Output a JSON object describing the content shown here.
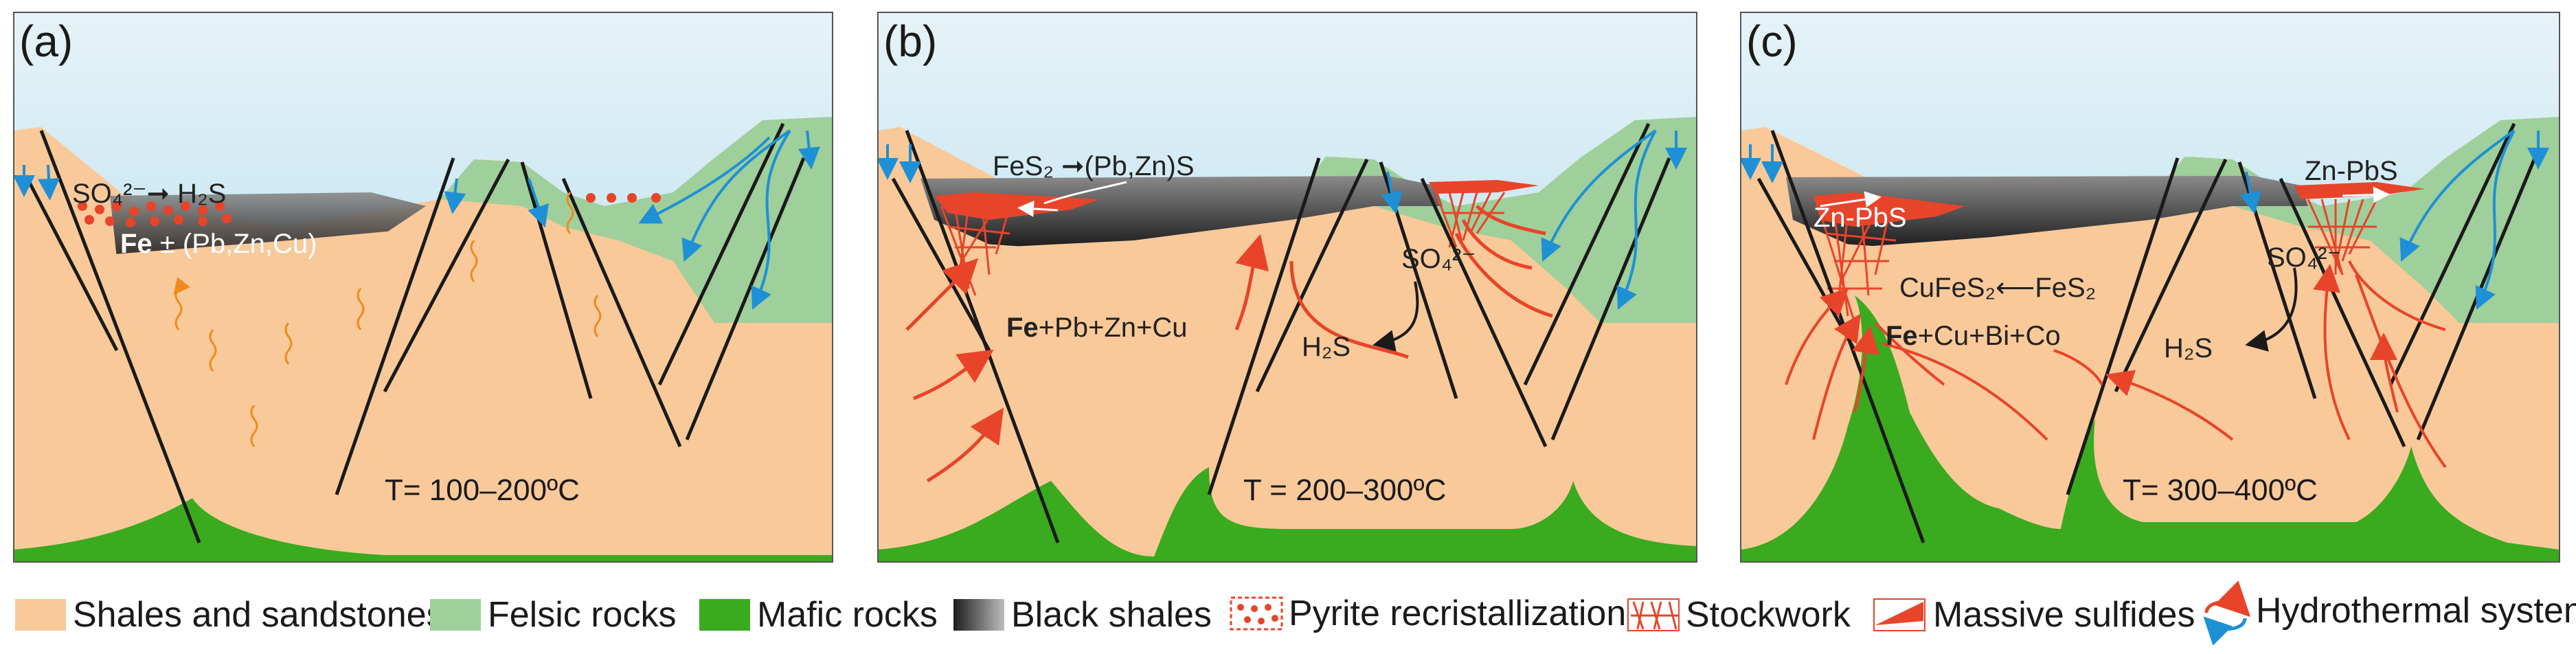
{
  "panels": [
    {
      "letter": "(a)",
      "temperature": "T= 100–200ºC",
      "reaction_top": "SO₄²⁻➞ H₂S",
      "reaction_fe_bold": "Fe",
      "reaction_fe_rest": " ± (Pb,Zn,Cu)"
    },
    {
      "letter": "(b)",
      "temperature": "T = 200–300ºC",
      "reaction_top": "FeS₂ ➞(Pb,Zn)S",
      "metals_bold": "Fe",
      "metals_rest": "+Pb+Zn+Cu",
      "so4": "SO₄²⁻",
      "h2s": "H₂S"
    },
    {
      "letter": "(c)",
      "temperature": "T= 300–400ºC",
      "znpbs_left": "Zn-PbS",
      "znpbs_right": "Zn-PbS",
      "cufes2": "CuFeS₂⟵FeS₂",
      "metals_bold": "Fe",
      "metals_rest": "+Cu+Bi+Co",
      "so4": "SO₄²⁻",
      "h2s": "H₂S"
    }
  ],
  "legend": [
    {
      "key": "shales",
      "label": "Shales and sandstones",
      "color": "#f9c99a"
    },
    {
      "key": "felsic",
      "label": "Felsic rocks",
      "color": "#9fcf9a"
    },
    {
      "key": "mafic",
      "label": "Mafic rocks",
      "color": "#3aaa1f"
    },
    {
      "key": "black-shales",
      "label": "Black shales",
      "color": "#333333"
    },
    {
      "key": "pyrite",
      "label": "Pyrite recristallization",
      "color": "#e8442a"
    },
    {
      "key": "stockwork",
      "label": "Stockwork",
      "color": "#e8442a"
    },
    {
      "key": "massive",
      "label": "Massive sulfides",
      "color": "#e8442a"
    },
    {
      "key": "hydrothermal",
      "label": "Hydrothermal system",
      "color": "#1e90d6"
    }
  ],
  "colors": {
    "sky_top": "#e2f1f7",
    "sky_bottom": "#a9d9ec",
    "sand": "#f9c99a",
    "felsic": "#9fcf9a",
    "mafic": "#3aaa1f",
    "fault": "#1a1a1a",
    "hydro_red": "#e8442a",
    "meteoric_blue": "#1e90d6",
    "orange": "#f08a1c"
  }
}
